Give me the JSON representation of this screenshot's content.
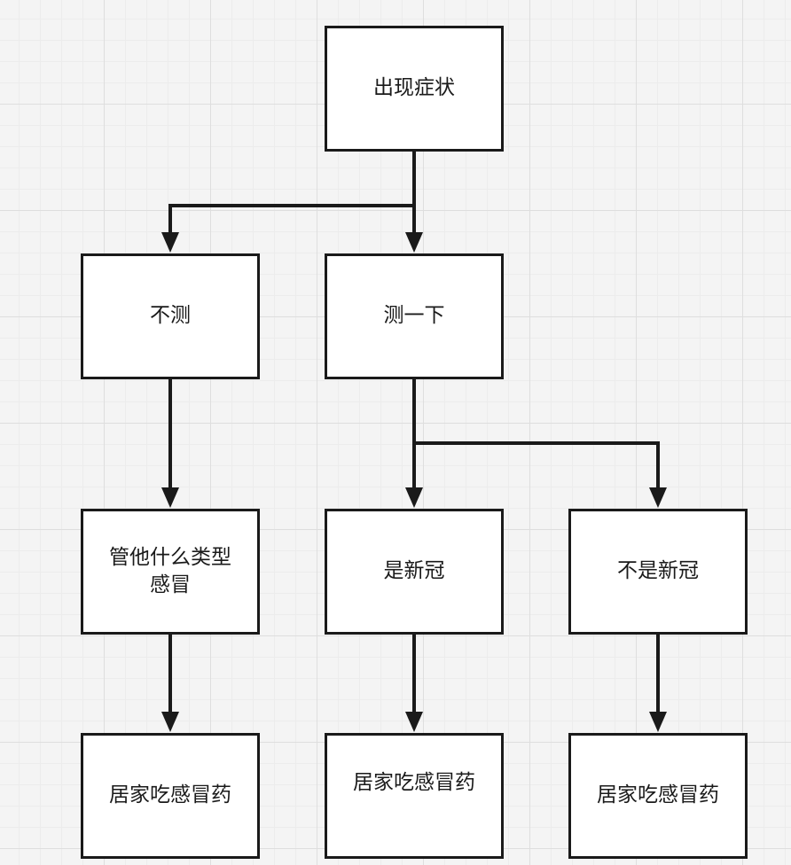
{
  "nodes": {
    "symptoms": "出现症状",
    "no_test": "不测",
    "test": "测一下",
    "any_cold": "管他什么类型感冒",
    "is_covid": "是新冠",
    "not_covid": "不是新冠",
    "home_meds_left": "居家吃感冒药",
    "home_meds_middle": "居家吃感冒药",
    "home_meds_right": "居家吃感冒药"
  },
  "colors": {
    "line": "#1a1a1a",
    "node_fill": "#ffffff",
    "background": "#f4f4f4"
  }
}
